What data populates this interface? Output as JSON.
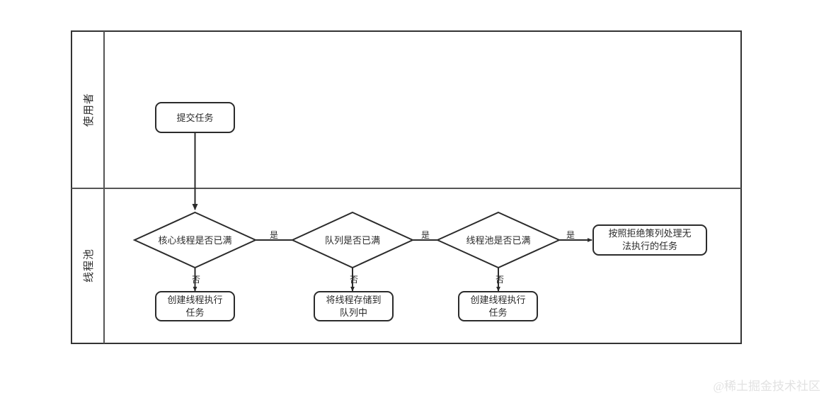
{
  "diagram": {
    "type": "flowchart-swimlane",
    "background": "#ffffff",
    "stroke_color": "#2b2b2b",
    "frame_color": "#333333"
  },
  "lanes": [
    {
      "id": "lane-user",
      "label": "使用者"
    },
    {
      "id": "lane-pool",
      "label": "线程池"
    }
  ],
  "nodes": {
    "submit_task": {
      "shape": "rounded-rect",
      "label": "提交任务"
    },
    "core_full": {
      "shape": "diamond",
      "label": "核心线程是否已满"
    },
    "queue_full": {
      "shape": "diamond",
      "label": "队列是否已满"
    },
    "pool_full": {
      "shape": "diamond",
      "label": "线程池是否已满"
    },
    "create_thread_1": {
      "shape": "rounded-rect",
      "line1": "创建线程执行",
      "line2": "任务"
    },
    "store_queue": {
      "shape": "rounded-rect",
      "line1": "将线程存储到",
      "line2": "队列中"
    },
    "create_thread_2": {
      "shape": "rounded-rect",
      "line1": "创建线程执行",
      "line2": "任务"
    },
    "reject_policy": {
      "shape": "rounded-rect",
      "line1": "按照拒绝策列处理无",
      "line2": "法执行的任务"
    }
  },
  "edges": {
    "yes_1": "是",
    "yes_2": "是",
    "yes_3": "是",
    "no_1": "否",
    "no_2": "否",
    "no_3": "否"
  },
  "watermark": {
    "text": "@稀土掘金技术社区"
  }
}
